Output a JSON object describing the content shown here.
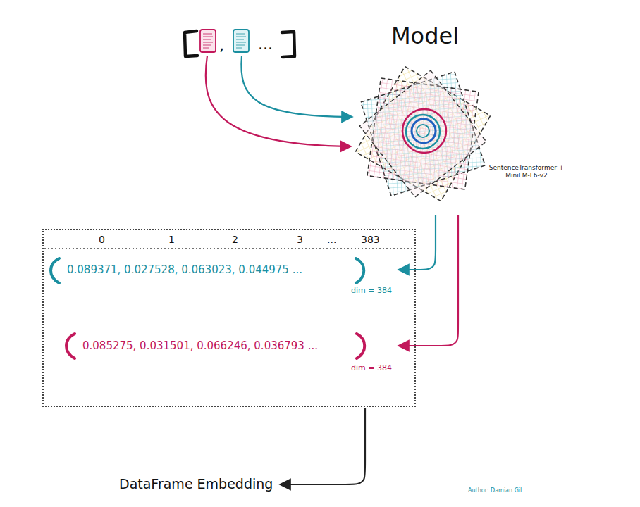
{
  "diagram": {
    "nodes": [
      {
        "text": [
          "Model",
          "SentenceTransformer + MiniLM-L6-v2"
        ]
      },
      {
        "text": [
          "0",
          "1",
          "2",
          "3",
          "...",
          "383"
        ]
      },
      {
        "text": [
          "0.089371, 0.027528, 0.063023, 0.044975 ...",
          "dim = 384"
        ],
        "in": 1
      },
      {
        "text": [
          "0.085275, 0.031501, 0.066246, 0.036793 ...",
          "dim = 384"
        ],
        "in": 1
      },
      {
        "text": [
          "DataFrame Embedding"
        ]
      }
    ],
    "edges": [
      {
        "from": 0,
        "to": 2,
        "arrow": "to"
      },
      {
        "from": 0,
        "to": 3,
        "arrow": "to"
      },
      {
        "from": 1,
        "to": 4,
        "arrow": "to"
      }
    ],
    "labels": [
      ",",
      "...",
      "Author: Damian Gil"
    ]
  }
}
